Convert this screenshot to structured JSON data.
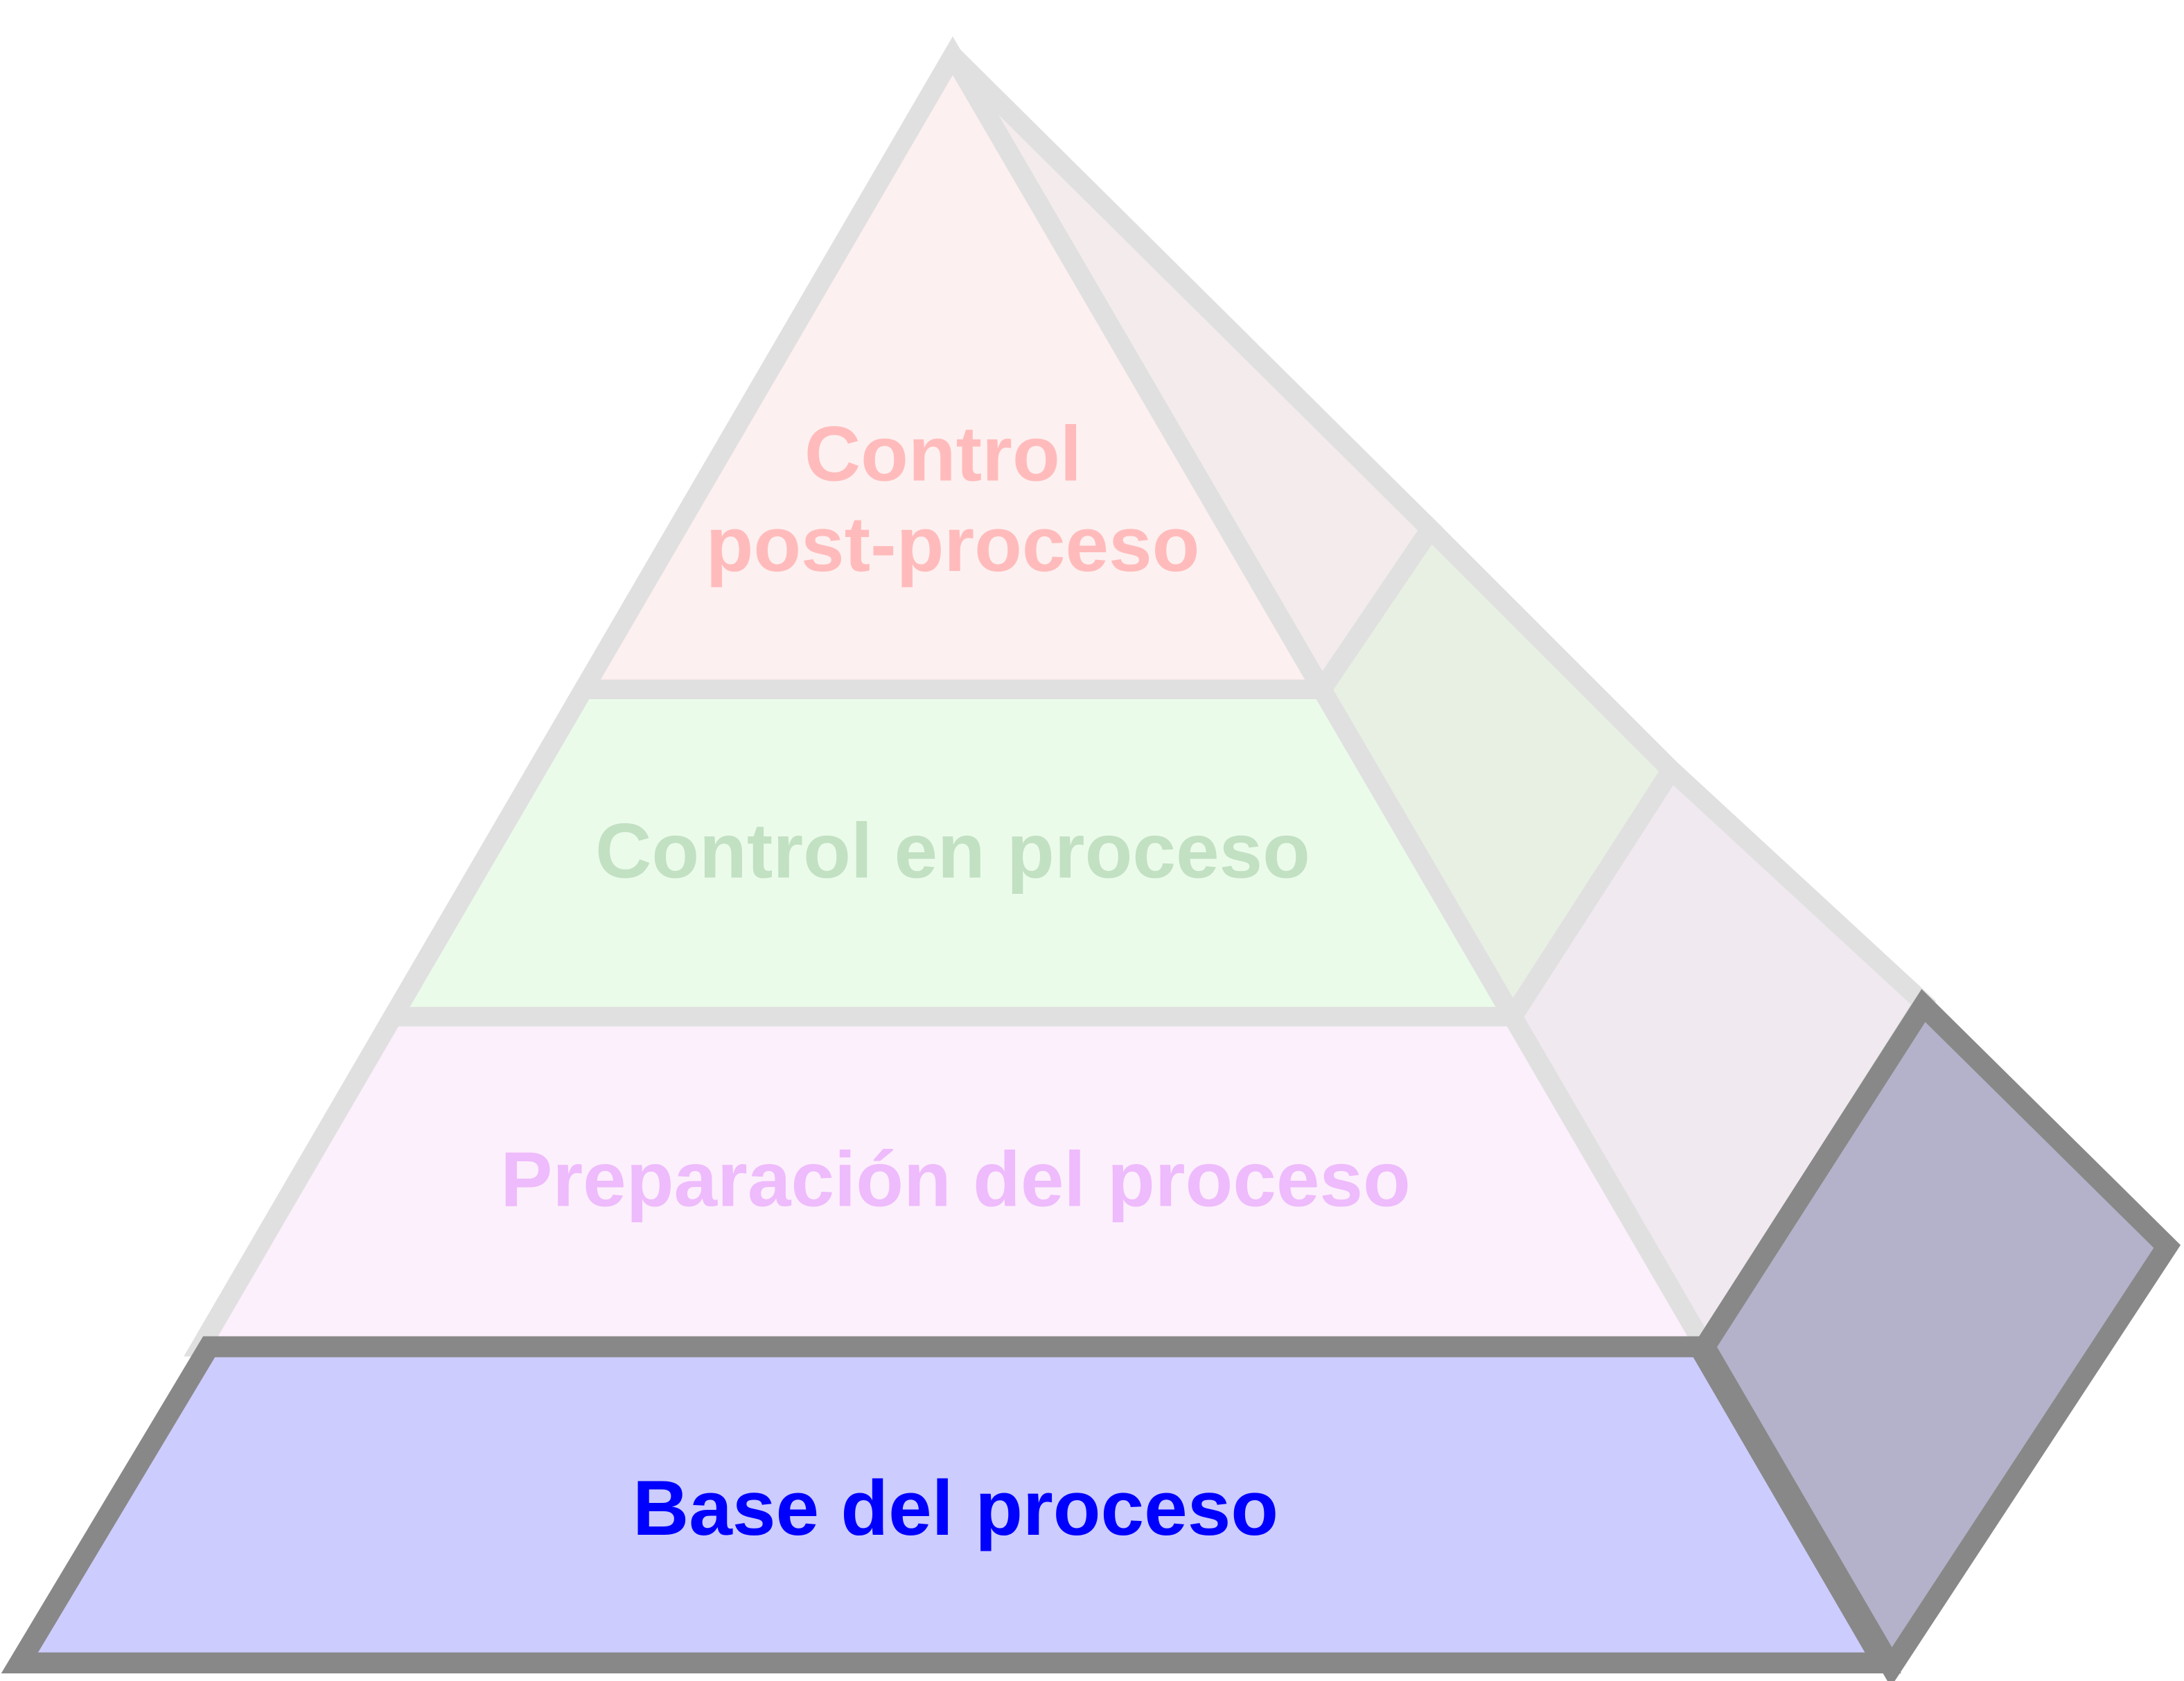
{
  "diagram": {
    "type": "pyramid",
    "tiers": [
      {
        "lines": [
          "Control",
          "post-proceso"
        ],
        "front_color": "#fdf0f0",
        "side_color": "#f4ecec",
        "text_color": "#ffbbbb",
        "stroke": "#e0e0e0"
      },
      {
        "lines": [
          "Control en proceso"
        ],
        "front_color": "#ebfbea",
        "side_color": "#e8f0e4",
        "text_color": "#c2e0c2",
        "stroke": "#e0e0e0"
      },
      {
        "lines": [
          "Preparación del proceso"
        ],
        "front_color": "#fcf0fc",
        "side_color": "#f0e9f0",
        "text_color": "#eebbfc",
        "stroke": "#e0e0e0"
      },
      {
        "lines": [
          "Base del proceso"
        ],
        "front_color": "#ccccff",
        "side_color": "#b3b2ca",
        "text_color": "#0000ff",
        "stroke": "#888888"
      }
    ],
    "highlighted_tier": "Base del proceso"
  }
}
